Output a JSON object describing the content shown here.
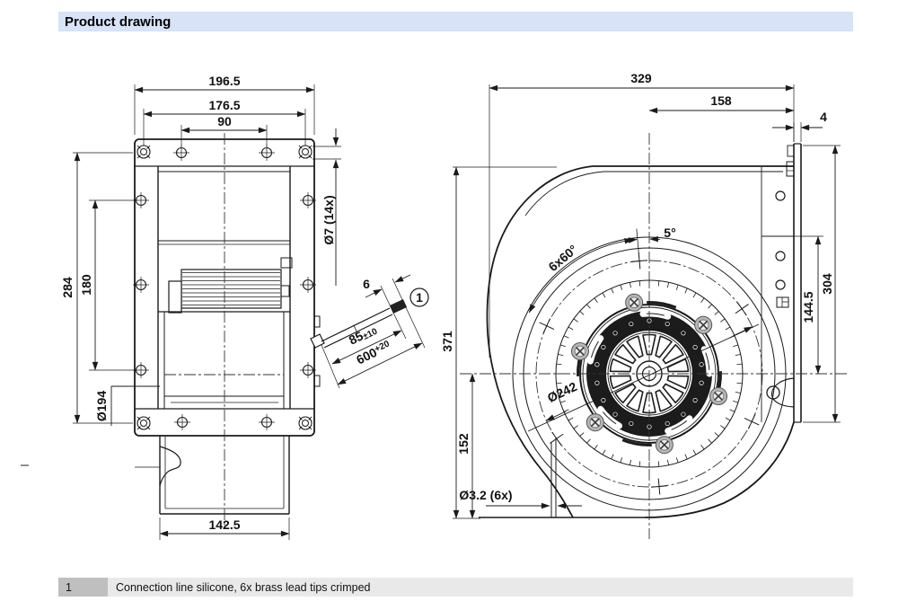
{
  "page": {
    "title_bar": {
      "label": "Product drawing"
    }
  },
  "footnote": {
    "ref": "1",
    "text": "Connection line silicone, 6x brass lead tips crimped"
  },
  "left_view": {
    "dims": {
      "outer_width": "196.5",
      "flange_width": "176.5",
      "top_hole_spacing": "90",
      "outer_height": "284",
      "side_hole_spacing": "180",
      "inlet_diameter": "Ø194",
      "mounting_holes": "Ø7 (14x)",
      "outlet_width": "142.5",
      "lead_tip_length": "6",
      "strip_length": "85",
      "strip_tolerance": "±10",
      "cable_length": "600",
      "cable_tolerance": "+20",
      "note_ref": "1"
    }
  },
  "right_view": {
    "dims": {
      "total_depth": "329",
      "plate_to_axis": "158",
      "plate_thickness": "4",
      "total_height": "371",
      "axis_to_bottom": "152",
      "angle_offset": "5°",
      "hole_pattern_angle": "6x60°",
      "bolt_circle": "Ø242",
      "fixing_holes": "Ø3.2 (6x)",
      "plate_hole_height": "144.5",
      "plate_height": "304"
    }
  },
  "colors": {
    "header_bg": "#d7e3f6",
    "footnote_ref_bg": "#bfbfbf",
    "footnote_bg": "#e9e9e9",
    "line": "#1a1a1a"
  }
}
